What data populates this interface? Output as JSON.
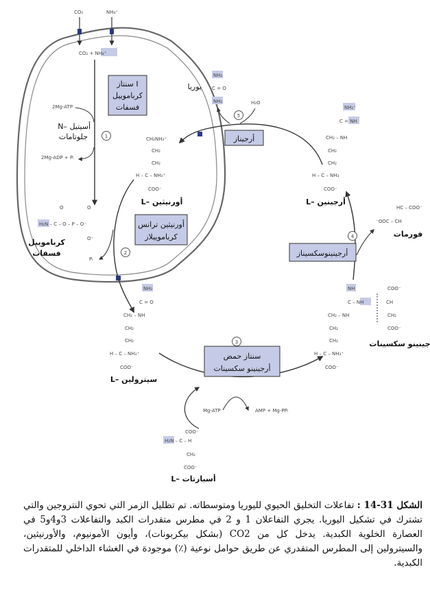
{
  "inputs": {
    "co2": "CO₂",
    "nh4": "NH₄⁺",
    "co2_nh4": "CO₂ + NH₄⁺"
  },
  "enzymes": {
    "cps1": [
      "سنتاز I",
      "كرباموييل",
      "فسفات"
    ],
    "otc": [
      "أورنيثين ترانس",
      "كرباموييلاز"
    ],
    "ass": [
      "سنتاز حمض",
      "أرجينينو سكسينات"
    ],
    "asl": "أرجينينوسكسيناز",
    "arginase": "أرجيناز"
  },
  "steps": [
    "1",
    "2",
    "3",
    "4",
    "5"
  ],
  "cofactors": {
    "atp2": "2Mg-ATP",
    "adp2": "2Mg-ADP + Pᵢ",
    "nag": [
      "N– أسيتيل",
      "جلوتامات"
    ],
    "pi": "Pᵢ",
    "mgatp": "Mg-ATP",
    "amp": "AMP + Mg-PPᵢ",
    "h2o": "H₂O"
  },
  "metabolites": {
    "ornithine": "L– أورنيثين",
    "carbamoyl_p": [
      "كرباموييل",
      "فسفات"
    ],
    "citrulline": "L– سيترولين",
    "aspartate": "L– أسبارتات",
    "argsucc": "جينينو سكسينات",
    "arginine": "L– أرجينين",
    "fumarate": "فورمات",
    "urea": "يوريا"
  },
  "structures": {
    "ornithine": [
      "CH₂NH₃⁺",
      "CH₂",
      "CH₂",
      "H – C – NH₃⁺",
      "COO⁻"
    ],
    "carbamoyl_p": [
      "H₂N – C – O – P – O⁻",
      "O",
      "O",
      "O⁻"
    ],
    "citrulline": [
      "NH₂",
      "C = O",
      "CH₂ – NH",
      "CH₂",
      "CH₂",
      "H – C – NH₃⁺",
      "COO⁻"
    ],
    "aspartate": [
      "H₂N – C – H",
      "CH₂",
      "COO⁻",
      "COO⁻"
    ],
    "argsucc": [
      "NH",
      "C – NH",
      "COO⁻",
      "CH",
      "CH₂",
      "COO⁻",
      "CH₂ – NH",
      "CH₂",
      "CH₂",
      "H – C – NH₃⁺",
      "COO⁻"
    ],
    "arginine": [
      "NH₂⁺",
      "C = NH",
      "CH₂ – NH",
      "CH₂",
      "CH₂",
      "H – C – NH₃",
      "COO⁻"
    ],
    "fumarate": [
      "HC – COO⁻",
      "⁻OOC – CH"
    ],
    "urea": [
      "NH₂",
      "C = O",
      "NH₂"
    ]
  },
  "caption": {
    "label": "الشكل 31-14 :",
    "text": "تفاعلات التخليق الحيوي لليوريا ومتوسطاته. تم تظليل الزمر التي تحوي النتروجين والتي تشترك في تشكيل اليوريا. يجري التفاعلان 1 و 2 في مطرس متقدرات الكبد والتفاعلات 3و4و5 في العصارة الخلوية الكبدية. يدخل كل من CO2 (بشكل بيكربونات)، وأيون الأمونيوم، والأورنيثين، والسيترولين إلى المطرس المتقدري عن طريق حوامل نوعية (٪) موجودة في الغشاء الداخلي للمتقدرات الكبدية."
  },
  "colors": {
    "highlight": "#c5cbe6",
    "membrane": "#555555",
    "text": "#111111"
  }
}
